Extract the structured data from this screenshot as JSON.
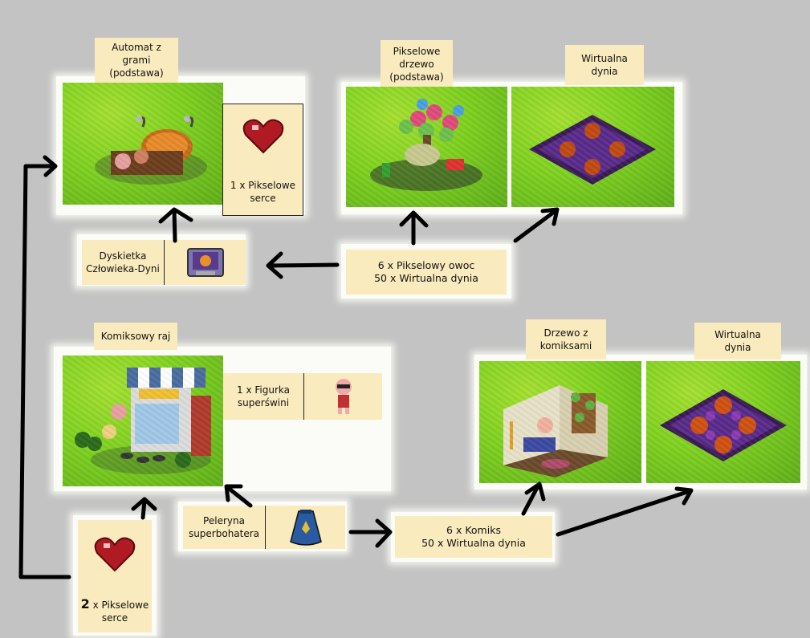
{
  "colors": {
    "background": "#c3c3c3",
    "label": "#faebbe",
    "grass": "#7ed11f",
    "arrow": "#000000"
  },
  "top": {
    "automat_label": "Automat z\ngrami\n(podstawa)",
    "heart_item": "1 x Pikselowe\nserce",
    "pixel_tree_label": "Pikselowe\ndrzewo\n(podstawa)",
    "pumpkin_label_1": "Wirtualna\ndynia",
    "floppy_item": "Dyskietka\nCzłowieka-Dyni",
    "requirement_1": "6 x Pikselowy owoc\n50 x Wirtualna dynia"
  },
  "bottom": {
    "comic_paradise_label": "Komiksowy raj",
    "figurine_item": "1 x Figurka\nsuperświni",
    "comic_tree_label": "Drzewo z\nkomiksami",
    "pumpkin_label_2": "Wirtualna\ndynia",
    "cape_item": "Peleryna\nsuperbohatera",
    "requirement_2": "6 x Komiks\n50 x Wirtualna dynia",
    "hearts_count": "2",
    "hearts_item": " x Pikselowe\nserce"
  },
  "icons": [
    "heart-icon",
    "floppy-disk-icon",
    "superpig-figurine-icon",
    "cape-icon"
  ]
}
